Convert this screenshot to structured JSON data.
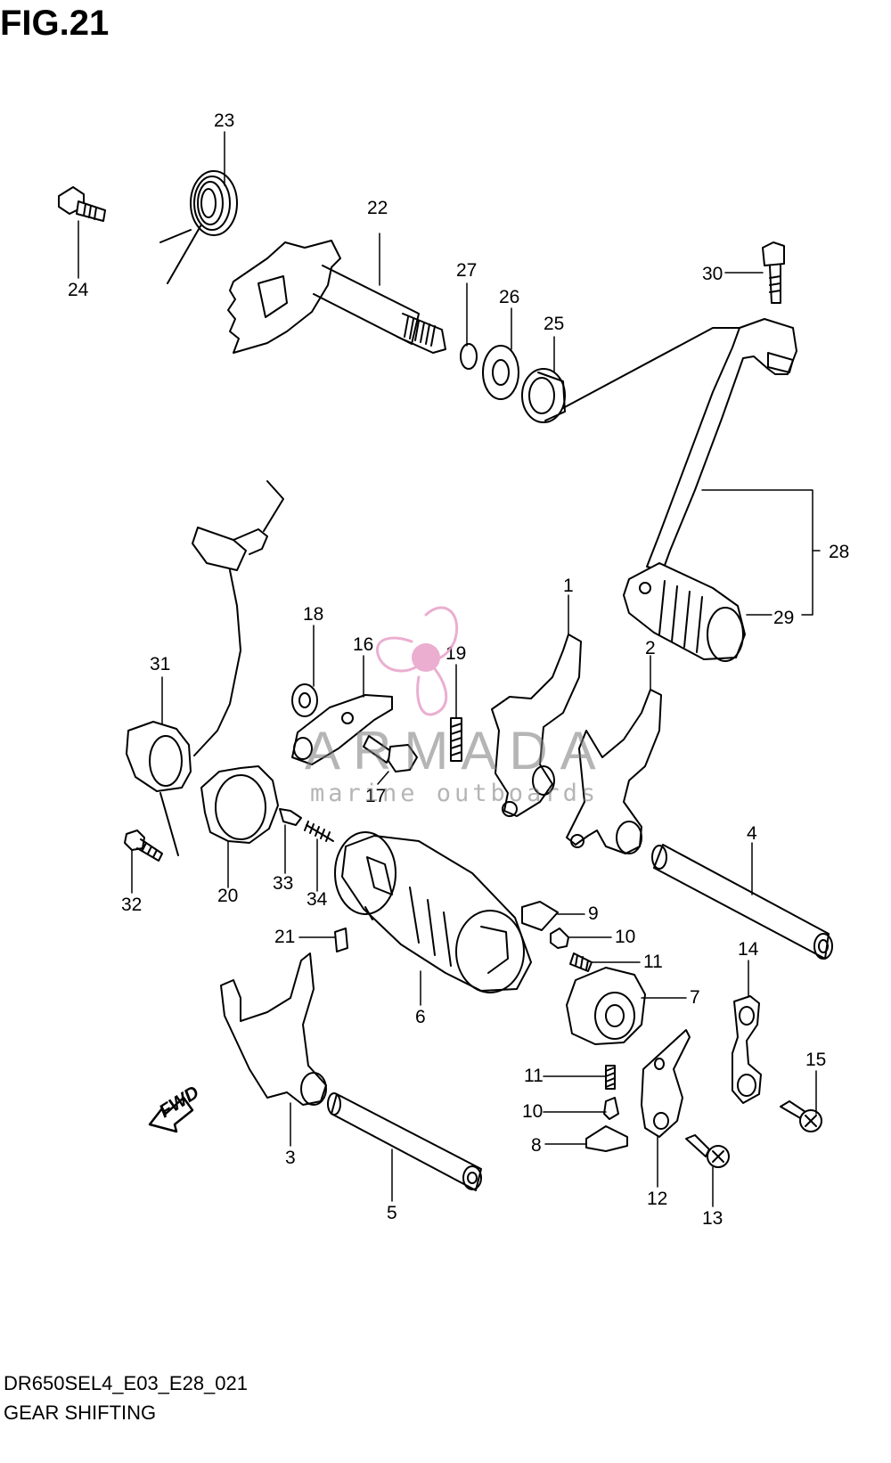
{
  "figure": {
    "title": "FIG.21",
    "code": "DR650SEL4_E03_E28_021",
    "name": "GEAR SHIFTING"
  },
  "watermark": {
    "brand": "ARMADA",
    "tagline": "marine outboards",
    "logo": "propeller-logo",
    "color": "#e8a0c8"
  },
  "direction_marker": "FWD",
  "callouts": [
    "1",
    "2",
    "3",
    "4",
    "5",
    "6",
    "7",
    "8",
    "9",
    "10",
    "10",
    "11",
    "11",
    "12",
    "13",
    "14",
    "15",
    "16",
    "17",
    "18",
    "19",
    "20",
    "21",
    "22",
    "23",
    "24",
    "25",
    "26",
    "27",
    "28",
    "29",
    "30",
    "31",
    "32",
    "33",
    "34"
  ]
}
